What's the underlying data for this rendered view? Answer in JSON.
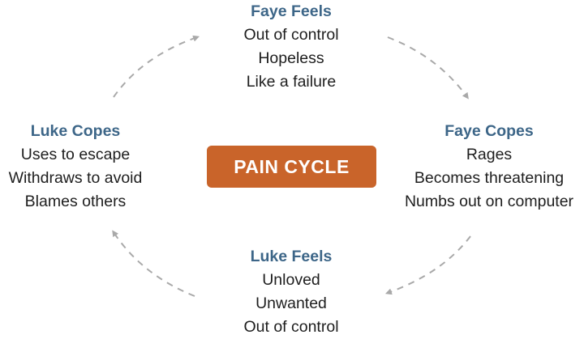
{
  "center": {
    "label": "PAIN CYCLE"
  },
  "colors": {
    "heading": "#3d6688",
    "badge": "#c9642a",
    "arrow": "#a9a9a9"
  },
  "nodes": {
    "top": {
      "heading": "Faye Feels",
      "lines": [
        "Out of control",
        "Hopeless",
        "Like a failure"
      ]
    },
    "right": {
      "heading": "Faye Copes",
      "lines": [
        "Rages",
        "Becomes threatening",
        "Numbs out on computer"
      ]
    },
    "bottom": {
      "heading": "Luke Feels",
      "lines": [
        "Unloved",
        "Unwanted",
        "Out of control"
      ]
    },
    "left": {
      "heading": "Luke Copes",
      "lines": [
        "Uses to escape",
        "Withdraws to avoid",
        "Blames others"
      ]
    }
  }
}
